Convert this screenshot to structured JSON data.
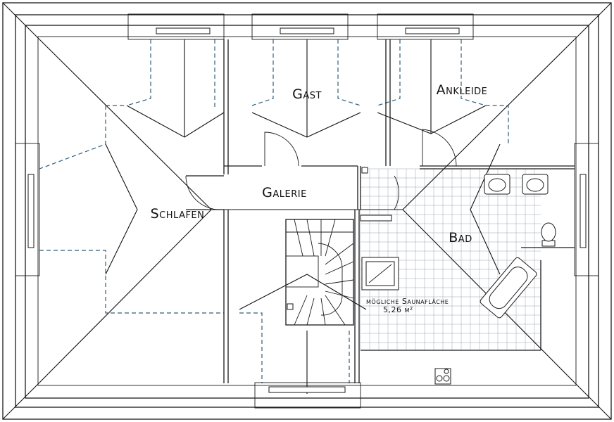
{
  "rooms": {
    "gast": "Gast",
    "ankleide": "Ankleide",
    "galerie": "Galerie",
    "schlafen": "Schlafen",
    "bad": "Bad"
  },
  "sauna": {
    "label": "mögliche Saunafläche",
    "area": "5,26 m²"
  },
  "colors": {
    "lines": "#1a1a1a",
    "dashed_outline": "#2f5d7a",
    "tile_grid": "#9aa6b2",
    "background": "#ffffff"
  }
}
